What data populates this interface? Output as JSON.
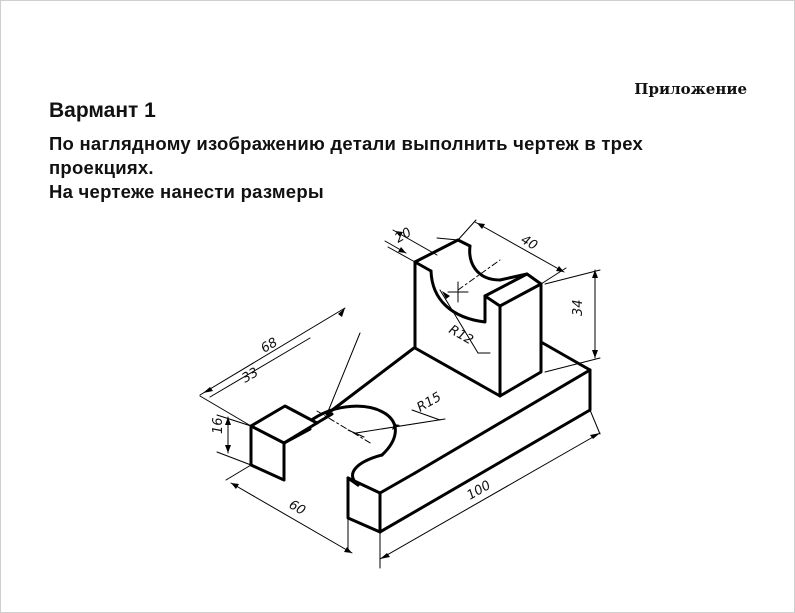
{
  "header": {
    "appendix_label": "Приложение"
  },
  "variant": {
    "title": "Вармант 1"
  },
  "task": {
    "line1": "По наглядному изображению детали выполнить чертеж в трех",
    "line2": "проекциях.",
    "line3": "На чертеже нанести размеры"
  },
  "drawing": {
    "dimensions": {
      "d20": "20",
      "d40": "40",
      "d34": "34",
      "d68": "68",
      "d33": "33",
      "d16": "16",
      "d60": "60",
      "d100": "100",
      "r12": "R12",
      "r15": "R15"
    }
  }
}
